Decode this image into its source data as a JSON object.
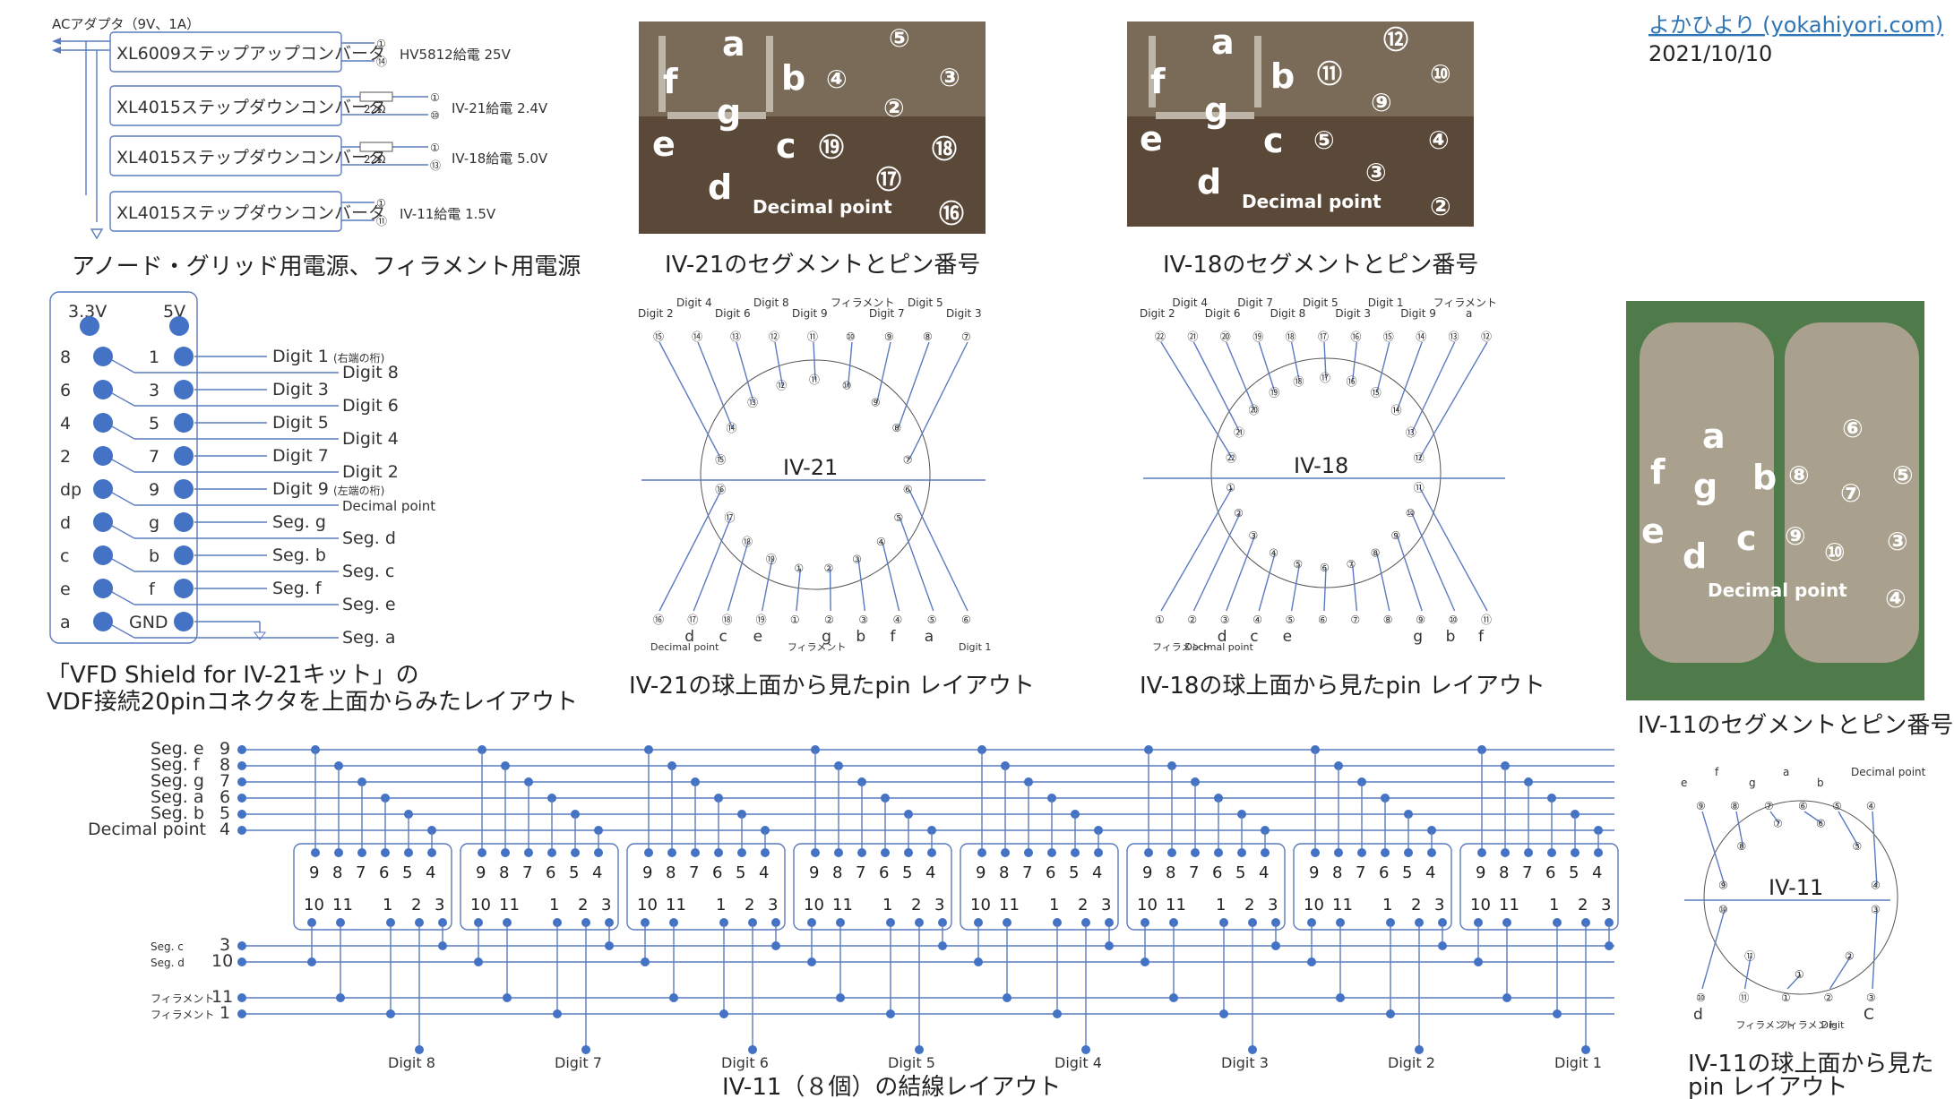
{
  "author": {
    "line": "よかひより (yokahiyori.com)",
    "date": "2021/10/10",
    "color": "#2e75b6"
  },
  "power": {
    "adapter": "ACアダプタ（9V、1A）",
    "converters": [
      {
        "name": "XL6009ステップアップコンバータ",
        "pins": [
          "①",
          "⑭"
        ],
        "output": "HV5812給電 25V",
        "resistor": ""
      },
      {
        "name": "XL4015ステップダウンコンバータ",
        "pins": [
          "①",
          "⑩"
        ],
        "output": "IV-21給電 2.4V",
        "resistor": "22Ω"
      },
      {
        "name": "XL4015ステップダウンコンバータ",
        "pins": [
          "①",
          "⑬"
        ],
        "output": "IV-18給電 5.0V",
        "resistor": "22Ω"
      },
      {
        "name": "XL4015ステップダウンコンバータ",
        "pins": [
          "①",
          "⑪"
        ],
        "output": "IV-11給電 1.5V",
        "resistor": ""
      }
    ],
    "caption": "アノード・グリッド用電源、フィラメント用電源"
  },
  "connector": {
    "header_left": "3.3V",
    "header_right": "5V",
    "rows": [
      {
        "left": "8",
        "right": "1",
        "label": "Digit 1",
        "note": "(右端の桁)"
      },
      {
        "left": "6",
        "right": "3",
        "label": "Digit 3",
        "note": ""
      },
      {
        "left": "4",
        "right": "5",
        "label": "Digit 5",
        "note": ""
      },
      {
        "left": "2",
        "right": "7",
        "label": "Digit 7",
        "note": ""
      },
      {
        "left": "dp",
        "right": "9",
        "label": "Digit 9",
        "note": "(左端の桁)"
      },
      {
        "left": "d",
        "right": "g",
        "label": "Seg. g",
        "note": ""
      },
      {
        "left": "c",
        "right": "b",
        "label": "Seg. b",
        "note": ""
      },
      {
        "left": "e",
        "right": "f",
        "label": "Seg. f",
        "note": ""
      },
      {
        "left": "a",
        "right": "GND",
        "label": "",
        "note": ""
      }
    ],
    "left_labels": [
      "Digit 8",
      "Digit 6",
      "Digit 4",
      "Digit 2",
      "Decimal point",
      "Seg. d",
      "Seg. c",
      "Seg. e",
      "Seg. a"
    ],
    "caption_1": "「VFD Shield for IV-21キット」の",
    "caption_2": "VDF接続20pinコネクタを上面からみたレイアウト"
  },
  "iv21_photo": {
    "caption": "IV-21のセグメントとピン番号",
    "segments": [
      "a",
      "b",
      "c",
      "d",
      "e",
      "f",
      "g"
    ],
    "pins": [
      "⑤",
      "④",
      "③",
      "②",
      "⑲",
      "⑱",
      "⑰",
      "⑯"
    ],
    "dp": "Decimal point"
  },
  "iv18_photo": {
    "caption": "IV-18のセグメントとピン番号",
    "segments": [
      "a",
      "b",
      "c",
      "d",
      "e",
      "f",
      "g"
    ],
    "pins": [
      "⑫",
      "⑪",
      "⑩",
      "⑨",
      "⑤",
      "④",
      "③",
      "②"
    ],
    "dp": "Decimal point"
  },
  "iv21_pinout": {
    "name": "IV-21",
    "caption": "IV-21の球上面から見たpin レイアウト",
    "top_pins": [
      "⑮",
      "⑭",
      "⑬",
      "⑫",
      "⑪",
      "⑩",
      "⑨",
      "⑧",
      "⑦"
    ],
    "top_labels": [
      "Digit 2",
      "Digit 4",
      "Digit 6",
      "Digit 8",
      "Digit 9",
      "フィラメント",
      "Digit 7",
      "Digit 5",
      "Digit 3"
    ],
    "bottom_pins": [
      "⑯",
      "⑰",
      "⑱",
      "⑲",
      "①",
      "②",
      "③",
      "④",
      "⑤",
      "⑥"
    ],
    "bottom_labels": [
      "Decimal point",
      "d",
      "c",
      "e",
      "フィラメント",
      "g",
      "b",
      "f",
      "a",
      "Digit 1"
    ]
  },
  "iv18_pinout": {
    "name": "IV-18",
    "caption": "IV-18の球上面から見たpin レイアウト",
    "top_pins": [
      "㉒",
      "㉑",
      "⑳",
      "⑲",
      "⑱",
      "⑰",
      "⑯",
      "⑮",
      "⑭",
      "⑬",
      "⑫"
    ],
    "top_labels": [
      "Digit 2",
      "Digit 4",
      "Digit 6",
      "Digit 7",
      "Digit 8",
      "Digit 5",
      "Digit 3",
      "Digit 1",
      "Digit 9",
      "フィラメント",
      "a"
    ],
    "bottom_pins": [
      "①",
      "②",
      "③",
      "④",
      "⑤",
      "⑥",
      "⑦",
      "⑧",
      "⑨",
      "⑩",
      "⑪"
    ],
    "bottom_labels": [
      "フィラメント",
      "Decimal point",
      "d",
      "c",
      "e",
      "",
      "",
      "",
      "g",
      "b",
      "f"
    ]
  },
  "iv11_photo": {
    "caption": "IV-11のセグメントとピン番号",
    "segments": [
      "a",
      "b",
      "c",
      "d",
      "e",
      "f",
      "g"
    ],
    "pins": [
      "⑥",
      "⑤",
      "⑧",
      "⑦",
      "⑨",
      "⑩",
      "③",
      "④"
    ],
    "dp": "Decimal point"
  },
  "iv11_pinout": {
    "name": "IV-11",
    "caption_1": "IV-11の球上面から見た",
    "caption_2": "pin レイアウト",
    "top_labels": [
      "e",
      "f",
      "g",
      "a",
      "b",
      "Decimal point"
    ],
    "top_pins": [
      "⑨",
      "⑧",
      "⑦",
      "⑥",
      "⑤",
      "④"
    ],
    "bottom_pins": [
      "⑩",
      "⑪",
      "①",
      "②",
      "③"
    ],
    "bottom_labels": [
      "d",
      "フィラメント",
      "フィラメント",
      "Digit",
      "C"
    ]
  },
  "wiring": {
    "caption": "IV-11（８個）の結線レイアウト",
    "top_rails": [
      {
        "label": "Seg. e",
        "pin": "9"
      },
      {
        "label": "Seg. f",
        "pin": "8"
      },
      {
        "label": "Seg. g",
        "pin": "7"
      },
      {
        "label": "Seg. a",
        "pin": "6"
      },
      {
        "label": "Seg. b",
        "pin": "5"
      },
      {
        "label": "Decimal point",
        "pin": "4"
      }
    ],
    "bottom_rails": [
      {
        "label": "Seg. c",
        "pin": "3"
      },
      {
        "label": "Seg. d",
        "pin": "10"
      },
      {
        "label": "フィラメント",
        "pin": "11"
      },
      {
        "label": "フィラメント",
        "pin": "1"
      }
    ],
    "tube_top_pins": [
      "9",
      "8",
      "7",
      "6",
      "5",
      "4"
    ],
    "tube_bottom_pins": [
      "10",
      "11",
      "1",
      "2",
      "3"
    ],
    "digits": [
      "Digit 8",
      "Digit 7",
      "Digit 6",
      "Digit 5",
      "Digit 4",
      "Digit 3",
      "Digit 2",
      "Digit 1"
    ]
  }
}
